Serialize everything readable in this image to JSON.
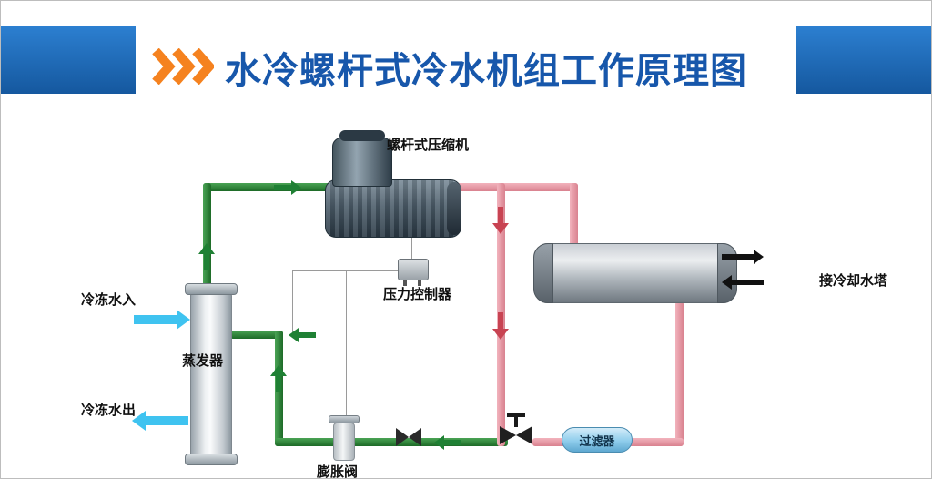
{
  "header": {
    "title": "水冷螺杆式冷水机组工作原理图",
    "chevron_icon": "triple-chevron-right"
  },
  "diagram": {
    "compressor_label": "螺杆式压缩机",
    "pressure_controller_label": "压力控制器",
    "evaporator_label": "蒸发器",
    "chilled_water_in_label": "冷冻水入",
    "chilled_water_out_label": "冷冻水出",
    "cooling_tower_label": "接冷却水塔",
    "filter_label": "过滤器",
    "expansion_valve_label": "膨胀阀"
  },
  "colors": {
    "header_bar_blue": "#1b6ec2",
    "title_blue": "#1757ab",
    "chevron_orange": "#f5821f",
    "suction_pipe_green": "#2e8038",
    "discharge_pipe_pink": "#e999a6",
    "green_arrow": "#1f8034",
    "red_arrow": "#c84352",
    "water_arrow_cyan": "#3fc3f0",
    "cooling_tower_arrow_black": "#111111",
    "filter_body_blue": "#8fcdec"
  }
}
